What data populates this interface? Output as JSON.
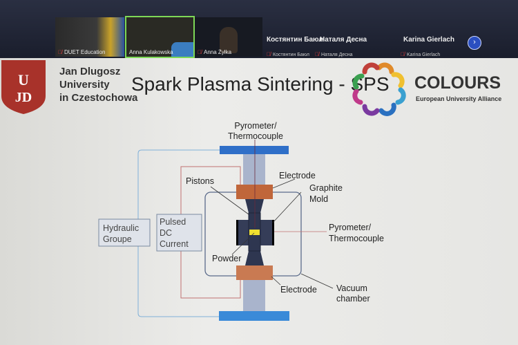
{
  "meeting": {
    "participants_video": [
      {
        "name": "DUET Education"
      },
      {
        "name": "Anna Kulakowska"
      },
      {
        "name": "Anna Żyłka"
      }
    ],
    "participants_audio": [
      {
        "name": "Костянтин Баюл",
        "label": "Костянтин Баюл"
      },
      {
        "name": "Наталя Десна",
        "label": "Наталя Десна"
      },
      {
        "name": "Karina Gierlach",
        "label": "Karina Gierlach"
      }
    ],
    "next_icon": "chevron-right-icon",
    "active_speaker_color": "#7ed957"
  },
  "slide": {
    "university": [
      "Jan Dlugosz",
      "University",
      "in Czestochowa"
    ],
    "logo_text": "UJD",
    "title": "Spark Plasma Sintering - SPS",
    "alliance_name": "COLOURS",
    "alliance_sub": "European University Alliance",
    "diagram": {
      "pyrometer_top": [
        "Pyrometer/",
        "Thermocouple"
      ],
      "electrode_top": "Electrode",
      "pistons": "Pistons",
      "graphite_mold": [
        "Graphite",
        "Mold"
      ],
      "pyrometer_side": [
        "Pyrometer/",
        "Thermocouple"
      ],
      "powder": "Powder",
      "electrode_bottom": "Electrode",
      "vacuum_chamber": [
        "Vacuum",
        "chamber"
      ],
      "hydraulic": [
        "Hydraulic",
        "Groupe"
      ],
      "pulsed_dc": [
        "Pulsed",
        "DC",
        "Current"
      ]
    }
  }
}
